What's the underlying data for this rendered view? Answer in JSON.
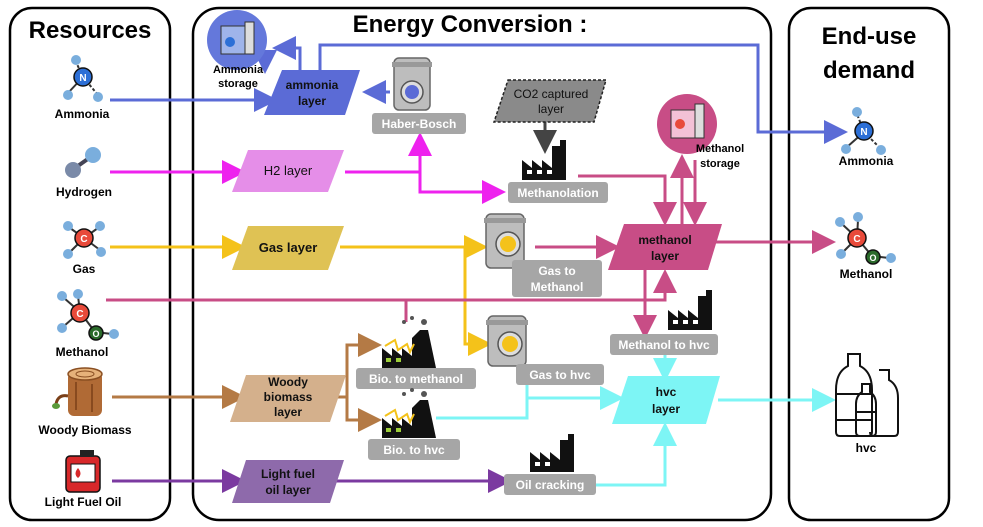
{
  "headings": {
    "resources": "Resources",
    "conversion": "Energy Conversion :",
    "enduse_line1": "End-use",
    "enduse_line2": "demand"
  },
  "resources": {
    "ammonia": "Ammonia",
    "hydrogen": "Hydrogen",
    "gas": "Gas",
    "methanol": "Methanol",
    "woody": "Woody Biomass",
    "lfo": "Light Fuel Oil"
  },
  "layers": {
    "ammonia_l1": "ammonia",
    "ammonia_l2": "layer",
    "h2": "H2 layer",
    "gas": "Gas layer",
    "woody_l1": "Woody",
    "woody_l2": "biomass",
    "woody_l3": "layer",
    "lfo_l1": "Light fuel",
    "lfo_l2": "oil layer",
    "co2_l1": "CO2 captured",
    "co2_l2": "layer",
    "methanol_l1": "methanol",
    "methanol_l2": "layer",
    "hvc_l1": "hvc",
    "hvc_l2": "layer"
  },
  "technologies": {
    "haber": "Haber-Bosch",
    "methanolation": "Methanolation",
    "gas_meth_l1": "Gas to",
    "gas_meth_l2": "Methanol",
    "gas_hvc": "Gas to hvc",
    "meth_hvc": "Methanol to hvc",
    "bio_meth": "Bio. to methanol",
    "bio_hvc": "Bio. to hvc",
    "oil_crack": "Oil cracking"
  },
  "storage": {
    "ammonia_l1": "Ammonia",
    "ammonia_l2": "storage",
    "methanol_l1": "Methanol",
    "methanol_l2": "storage"
  },
  "enduse": {
    "ammonia": "Ammonia",
    "methanol": "Methanol",
    "hvc": "hvc"
  },
  "icons": {
    "atom_n": "N",
    "atom_c": "C",
    "atom_o": "O"
  },
  "colors": {
    "ammonia": "#5b6bd6",
    "h2": "#ee22ee",
    "gas": "#f4c21a",
    "methanol": "#c84d86",
    "woody": "#b47a45",
    "lfo": "#7b3aa0",
    "hvc": "#7df5f5",
    "tech_box": "#a6a6a6"
  }
}
